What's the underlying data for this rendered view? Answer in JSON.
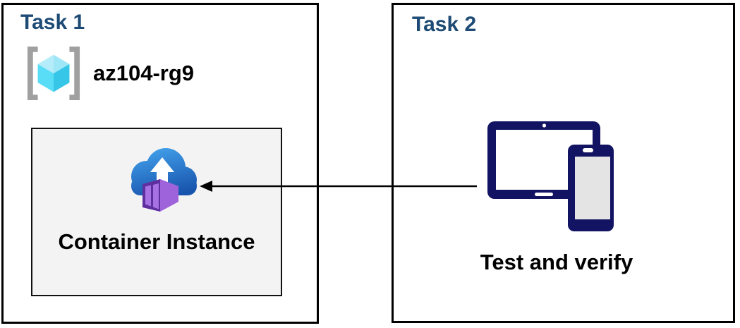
{
  "diagram": {
    "task1": {
      "title": "Task 1",
      "resource_group": {
        "name": "az104-rg9",
        "icon": "resource-group-icon"
      },
      "container_box": {
        "label": "Container Instance",
        "icon": "container-instance-icon"
      }
    },
    "task2": {
      "title": "Task 2",
      "label": "Test and verify",
      "icon": "devices-icon"
    },
    "arrow": {
      "from": "task2-devices",
      "to": "container-instance",
      "direction": "right-to-left"
    }
  },
  "colors": {
    "task_title": "#1d4b75",
    "text": "#000000",
    "box_border": "#000000",
    "inner_box_fill": "#f3f3f3",
    "inner_box_border": "#111111",
    "device_navy": "#131363",
    "device_screen": "#e4e4e4",
    "cloud_top": "#42a0ea",
    "cloud_bottom": "#1854ad",
    "cube_front": "#5e2f9f",
    "cube_panel": "#a671e3",
    "cube_top": "#b78be9",
    "cube_right": "#9e63da",
    "rg_bracket": "#a0a0a0",
    "rg_top_left": "#b5ecf9",
    "rg_top_right": "#9fe7f6",
    "rg_bottom_left": "#59ddf6",
    "rg_bottom_right": "#36c6e7",
    "arrow": "#000000"
  }
}
